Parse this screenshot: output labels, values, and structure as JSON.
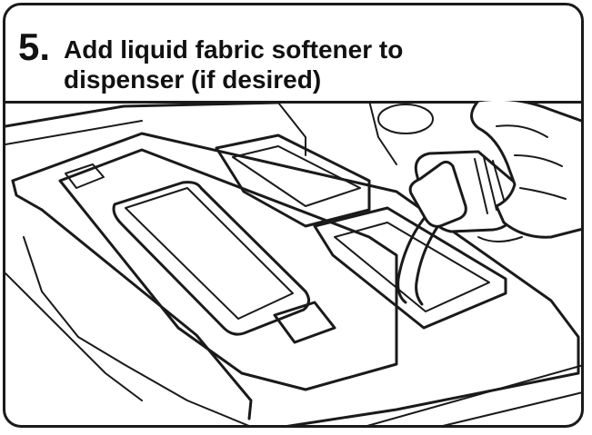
{
  "instruction": {
    "step_number": "5.",
    "title_line1": "Add liquid fabric softener to",
    "title_line2": "dispenser (if desired)"
  },
  "illustration": {
    "subject-icon": "softener-bottle-pouring-into-dispenser-drawer-icon"
  }
}
